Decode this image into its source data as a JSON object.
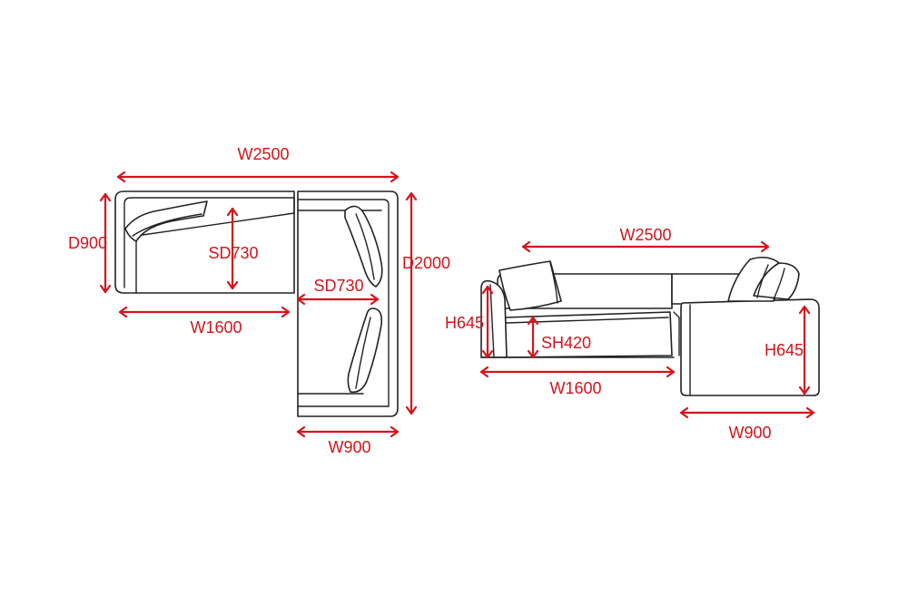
{
  "accent_color": "#d4141c",
  "plan_view": {
    "total_width": "W2500",
    "depth": "D900",
    "seat_depth_left": "SD730",
    "seat_depth_right": "SD730",
    "total_depth": "D2000",
    "left_width": "W1600",
    "right_width": "W900"
  },
  "front_view": {
    "total_width": "W2500",
    "height_left": "H645",
    "seat_height": "SH420",
    "height_right": "H645",
    "left_width": "W1600",
    "right_width": "W900"
  }
}
